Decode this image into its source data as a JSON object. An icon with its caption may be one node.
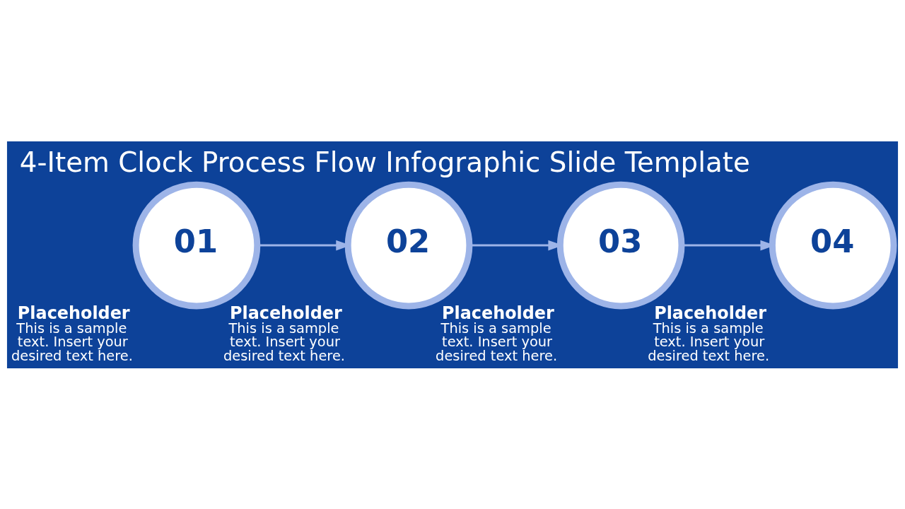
{
  "diagram": {
    "title": "4-Item Clock Process Flow Infographic Slide Template",
    "nodes": [
      {
        "text": [
          "01"
        ],
        "beside": [
          "Placeholder",
          "This is a sample text. Insert your desired text here."
        ]
      },
      {
        "text": [
          "02"
        ],
        "beside": [
          "Placeholder",
          "This is a sample text. Insert your desired text here."
        ]
      },
      {
        "text": [
          "03"
        ],
        "beside": [
          "Placeholder",
          "This is a sample text. Insert your desired text here."
        ]
      },
      {
        "text": [
          "04"
        ],
        "beside": [
          "Placeholder",
          "This is a sample text. Insert your desired text here."
        ]
      }
    ],
    "edges": [
      {
        "from": 0,
        "to": 1,
        "arrow": "to"
      },
      {
        "from": 1,
        "to": 2,
        "arrow": "to"
      },
      {
        "from": 2,
        "to": 3,
        "arrow": "to"
      }
    ]
  }
}
